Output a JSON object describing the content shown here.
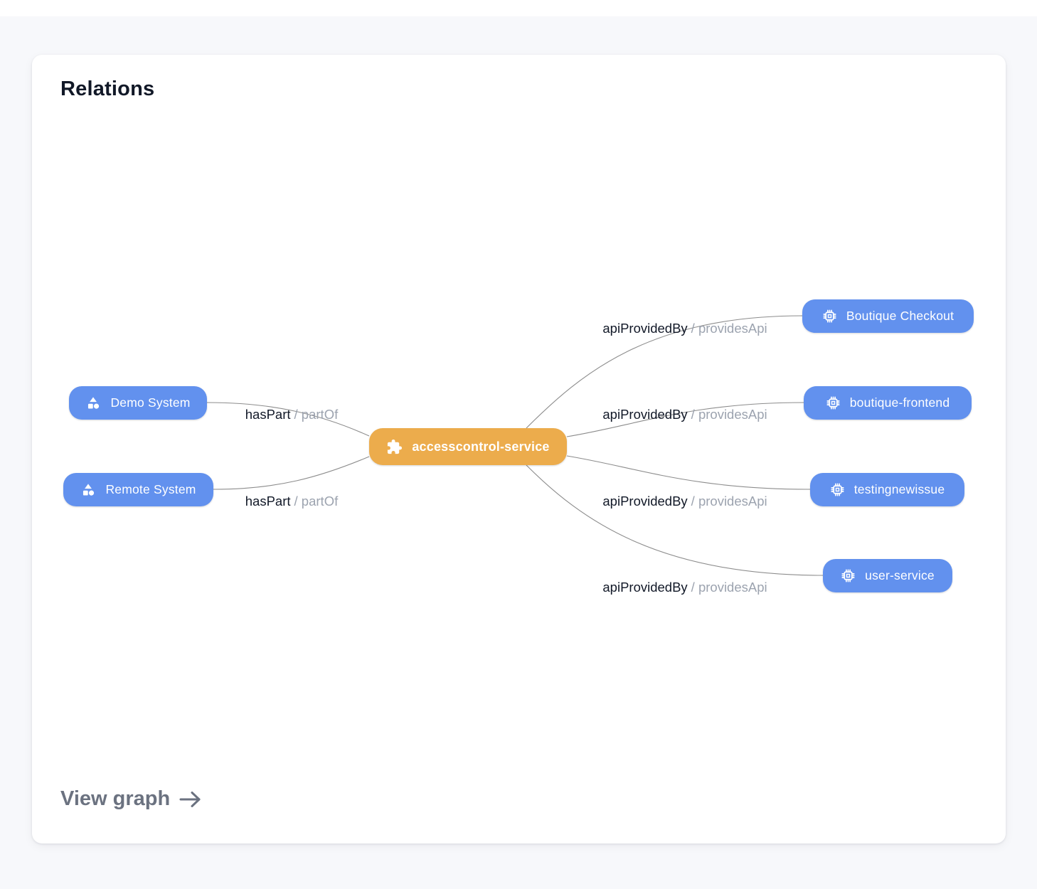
{
  "page": {
    "title": "Relations",
    "view_graph_label": "View graph"
  },
  "colors": {
    "background": "#f7f8fb",
    "card_bg": "#ffffff",
    "title_color": "#111827",
    "node_blue": "#6291ee",
    "center_orange": "#ecac4c",
    "edge_line": "#8c8c8c",
    "label_primary": "#111827",
    "label_secondary": "#9ca3af",
    "link_gray": "#6b7280"
  },
  "graph": {
    "center_node": {
      "label": "accesscontrol-service",
      "icon": "puzzle-icon"
    },
    "nodes": [
      {
        "label": "Demo System",
        "icon": "system-shapes-icon",
        "side": "left"
      },
      {
        "label": "Remote System",
        "icon": "system-shapes-icon",
        "side": "left"
      },
      {
        "label": "Boutique Checkout",
        "icon": "chip-icon",
        "side": "right"
      },
      {
        "label": "boutique-frontend",
        "icon": "chip-icon",
        "side": "right"
      },
      {
        "label": "testingnewissue",
        "icon": "chip-icon",
        "side": "right"
      },
      {
        "label": "user-service",
        "icon": "chip-icon",
        "side": "right"
      }
    ],
    "edges": [
      {
        "from": "Demo System",
        "to": "accesscontrol-service",
        "label": "hasPart",
        "label_secondary": "/ partOf"
      },
      {
        "from": "Remote System",
        "to": "accesscontrol-service",
        "label": "hasPart",
        "label_secondary": "/ partOf"
      },
      {
        "from": "accesscontrol-service",
        "to": "Boutique Checkout",
        "label": "apiProvidedBy",
        "label_secondary": "/ providesApi"
      },
      {
        "from": "accesscontrol-service",
        "to": "boutique-frontend",
        "label": "apiProvidedBy",
        "label_secondary": "/ providesApi"
      },
      {
        "from": "accesscontrol-service",
        "to": "testingnewissue",
        "label": "apiProvidedBy",
        "label_secondary": "/ providesApi"
      },
      {
        "from": "accesscontrol-service",
        "to": "user-service",
        "label": "apiProvidedBy",
        "label_secondary": "/ providesApi"
      }
    ]
  }
}
